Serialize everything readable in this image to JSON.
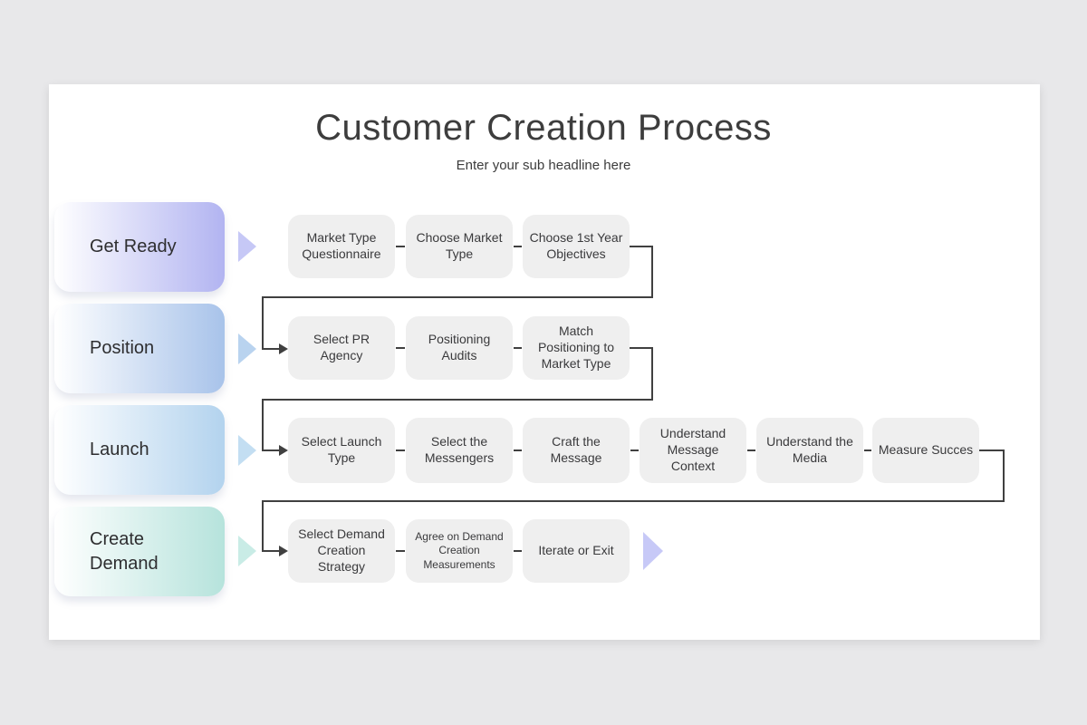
{
  "header": {
    "title": "Customer Creation Process",
    "subtitle": "Enter your sub headline here"
  },
  "stages": [
    {
      "label": "Get Ready",
      "color": "#b2b4f1",
      "arrow_color": "#c6c8f6",
      "steps": [
        "Market Type Questionnaire",
        "Choose Market Type",
        "Choose 1st Year Objectives"
      ]
    },
    {
      "label": "Position",
      "color": "#a8c3ea",
      "arrow_color": "#b9d3ef",
      "steps": [
        "Select PR Agency",
        "Positioning Audits",
        "Match Positioning to Market Type"
      ]
    },
    {
      "label": "Launch",
      "color": "#b3d3ee",
      "arrow_color": "#c3def2",
      "steps": [
        "Select Launch Type",
        "Select the Messengers",
        "Craft the Message",
        "Understand Message Context",
        "Understand the Media",
        "Measure Succes"
      ]
    },
    {
      "label": "Create Demand",
      "color": "#b6e3dc",
      "arrow_color": "#c9ece6",
      "steps": [
        "Select Demand Creation Strategy",
        "Agree on Demand Creation Measurements",
        "Iterate or Exit"
      ]
    }
  ],
  "end_arrow_color": "#c7c9f7",
  "connector_color": "#404040",
  "step_box_color": "#efefef",
  "background_color": "#e8e8ea"
}
